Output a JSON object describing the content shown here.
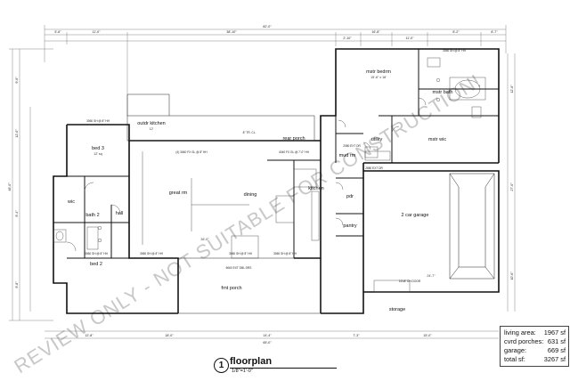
{
  "watermark": "REVIEW ONLY - NOT SUITABLE FOR CONSTRUCTION!",
  "rooms": {
    "mstr_bedrm": {
      "name": "mstr bedrm",
      "size": "15'-6\" x 18'"
    },
    "mstr_bath": {
      "name": "mstr bath"
    },
    "utility": {
      "name": "utility"
    },
    "mstr_wic": {
      "name": "mstr wic"
    },
    "mud_rm": {
      "name": "mud rm"
    },
    "rear_porch": {
      "name": "rear porch"
    },
    "outdr_kitchen": {
      "name": "outdr kitchen"
    },
    "bed3": {
      "name": "bed 3",
      "size": "12' sq"
    },
    "great_rm": {
      "name": "great rm"
    },
    "dining": {
      "name": "dining"
    },
    "kitchen": {
      "name": "kitchen"
    },
    "bath2": {
      "name": "bath 2"
    },
    "hall": {
      "name": "hall"
    },
    "bed2": {
      "name": "bed 2"
    },
    "wic": {
      "name": "wic"
    },
    "frnt_porch": {
      "name": "frnt porch"
    },
    "pantry": {
      "name": "pantry"
    },
    "pdr": {
      "name": "pdr"
    },
    "garage": {
      "name": "2 car garage"
    },
    "storage": {
      "name": "storage"
    }
  },
  "dimensions": {
    "overall_width": "82'-0\"",
    "overall_depth": "48'-0\"",
    "outdoor_kitchen": "12'",
    "great_rm_span": "26'-0\"",
    "garage_depth": "24'-7\""
  },
  "area_summary": [
    {
      "label": "living area:",
      "value": "1967 sf"
    },
    {
      "label": "cvrd porches:",
      "value": "631 sf"
    },
    {
      "label": "garage:",
      "value": "669 sf"
    },
    {
      "label": "total sf:",
      "value": "3267 sf"
    }
  ],
  "title_block": {
    "number": "1",
    "title": "floorplan",
    "scale": "1/8\"=1'-0\""
  }
}
